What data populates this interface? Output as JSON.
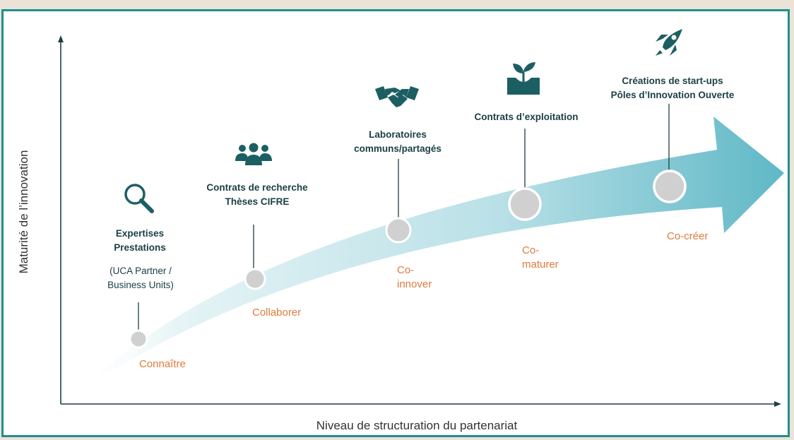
{
  "axes": {
    "y_label": "Maturité de l’innovation",
    "x_label": "Niveau de structuration du partenariat"
  },
  "colors": {
    "teal": "#1c5f63",
    "orange": "#e07a3c",
    "arrow_light": "#d9eef2",
    "arrow_dark": "#5fb8c6",
    "frame": "#1f8f8f"
  },
  "stages": [
    {
      "icon": "magnifier-icon",
      "title_lines": [
        "Expertises",
        "Prestations"
      ],
      "sub_lines": [
        "(UCA Partner /",
        "Business Units)"
      ],
      "step": "Connaître"
    },
    {
      "icon": "people-group-icon",
      "title_lines": [
        "Contrats de recherche",
        "Thèses CIFRE"
      ],
      "sub_lines": [],
      "step": "Collaborer"
    },
    {
      "icon": "handshake-icon",
      "title_lines": [
        "Laboratoires",
        "communs/partagés"
      ],
      "sub_lines": [],
      "step_lines": [
        "Co-",
        "innover"
      ]
    },
    {
      "icon": "sprout-icon",
      "title_lines": [
        "Contrats d’exploitation"
      ],
      "sub_lines": [],
      "step_lines": [
        "Co-",
        "maturer"
      ]
    },
    {
      "icon": "rocket-icon",
      "title_lines": [
        "Créations de start-ups",
        "Pôles d’Innovation Ouverte"
      ],
      "sub_lines": [],
      "step": "Co-créer"
    }
  ]
}
